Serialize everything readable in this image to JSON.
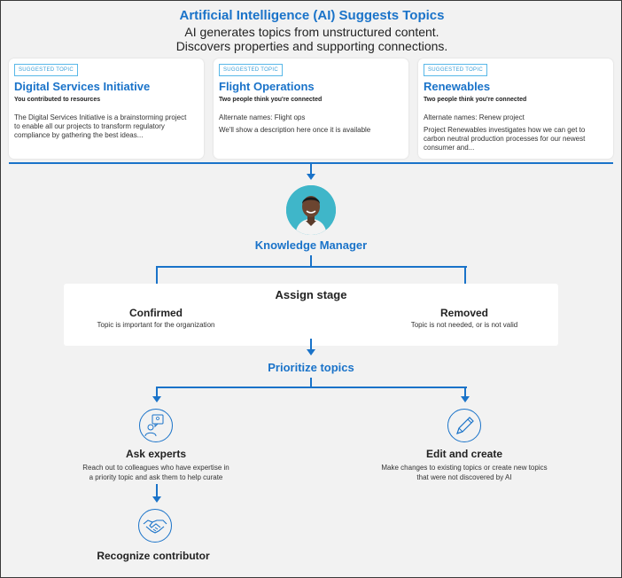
{
  "header": {
    "title": "Artificial Intelligence (AI) Suggests Topics",
    "subtitle_line1": "AI generates topics from unstructured content.",
    "subtitle_line2": "Discovers properties and supporting connections."
  },
  "cards": [
    {
      "badge": "SUGGESTED TOPIC",
      "title": "Digital Services Initiative",
      "subtitle": "You contributed to resources",
      "body_line1": "The Digital Services Initiative is a brainstorming project",
      "body_line2": "to enable all our projects to transform regulatory",
      "body_line3": "compliance by gathering the best ideas..."
    },
    {
      "badge": "SUGGESTED TOPIC",
      "title": "Flight Operations",
      "subtitle": "Two people think you're connected",
      "body_line1": "Alternate names: Flight ops",
      "body_line2": "We'll show a description here once it is available",
      "body_line3": ""
    },
    {
      "badge": "SUGGESTED TOPIC",
      "title": "Renewables",
      "subtitle": "Two people think you're connected",
      "body_line1": "Alternate names: Renew project",
      "body_line2": "Project Renewables investigates how we can get to",
      "body_line3": "carbon neutral production processes for our newest",
      "body_line4": "consumer and..."
    }
  ],
  "manager": {
    "label": "Knowledge Manager"
  },
  "assign": {
    "title": "Assign stage",
    "confirmed": "Confirmed",
    "confirmed_desc": "Topic is important for the organization",
    "removed": "Removed",
    "removed_desc": "Topic is not needed, or is not valid"
  },
  "prioritize": {
    "label": "Prioritize topics"
  },
  "ask": {
    "title": "Ask experts",
    "desc_line1": "Reach out to colleagues who have expertise in",
    "desc_line2": "a priority topic and ask them to help curate"
  },
  "edit": {
    "title": "Edit and create",
    "desc_line1": "Make changes to existing topics or create new topics",
    "desc_line2": "that were not discovered by AI"
  },
  "recognize": {
    "label": "Recognize contributor"
  },
  "colors": {
    "accent": "#1a73c9",
    "badge": "#59b8e8",
    "avatar_bg": "#3fb6c9"
  },
  "icons": [
    "person-avatar",
    "expert-icon",
    "pencil-icon",
    "handshake-icon"
  ]
}
